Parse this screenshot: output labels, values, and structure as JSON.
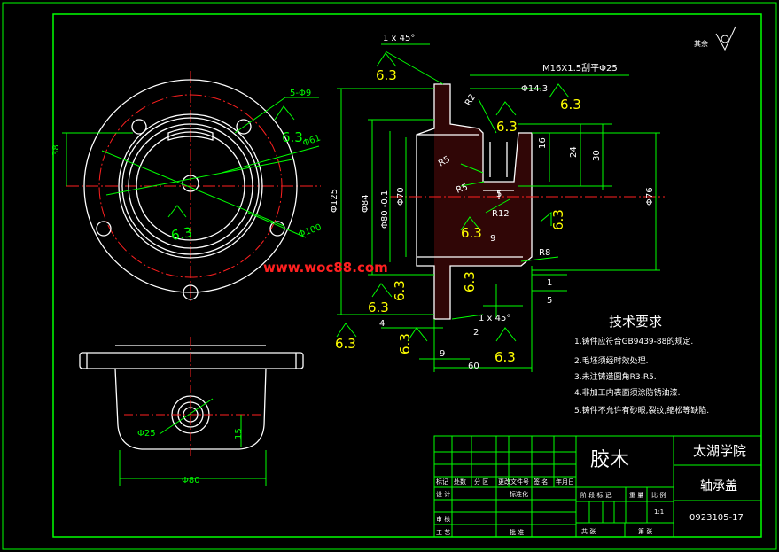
{
  "watermark": "www.woc88.com",
  "roughness_mark": "其余",
  "dimensions": {
    "chamfer_top": "1 x 45°",
    "chamfer_bottom": "1 x 45°",
    "holes": "5-Φ9",
    "bolt_circle": "Φ61",
    "d100": "Φ100",
    "dim_38": "38",
    "thread": "M16X1.5刮平Φ25",
    "d14_3": "Φ14.3",
    "d125": "Φ125",
    "d84": "Φ84",
    "d80_tol": "Φ80 -0.1",
    "d70": "Φ70",
    "d76": "Φ76",
    "r2": "R2",
    "r5a": "R5",
    "r5b": "R5",
    "r12": "R12",
    "r8": "R8",
    "v16": "16",
    "v24": "24",
    "v30": "30",
    "v5": "5",
    "v9": "9",
    "v1": "1",
    "v5b": "5",
    "h4": "4",
    "h9": "9",
    "h60": "60",
    "h2": "2",
    "d25_bottom": "Φ25",
    "d80_bottom": "Φ80",
    "v15": "15"
  },
  "roughness_values": [
    "6.3",
    "6.3",
    "6.3",
    "6.3",
    "6.3",
    "6.3",
    "6.3",
    "6.3",
    "6.3",
    "6.3",
    "6.3",
    "6.3",
    "6.3"
  ],
  "tech": {
    "title": "技术要求",
    "items": [
      "1.铸件应符合GB9439-88的规定.",
      "2.毛坯须经时效处理.",
      "3.未注铸造圆角R3-R5.",
      "4.非加工内表面须涂防锈油漆.",
      "5.铸件不允许有砂眼,裂纹,缩松等缺陷."
    ]
  },
  "title_block": {
    "material": "胶木",
    "school": "太湖学院",
    "part_name": "轴承盖",
    "drawing_no": "0923105-17",
    "h_mark": "标记",
    "h_count": "处数",
    "h_zone": "分 区",
    "h_doc": "更改文件号",
    "h_sign": "签 名",
    "h_date": "年月日",
    "h_design": "设 计",
    "h_std": "标准化",
    "h_check": "审 核",
    "h_process": "工 艺",
    "h_approve": "批 准",
    "h_stage": "阶 段 标 记",
    "h_weight": "重 量",
    "h_scale": "比 例",
    "h_sheets": "共   张",
    "h_sheet": "第   张",
    "scale_value": "1:1"
  }
}
